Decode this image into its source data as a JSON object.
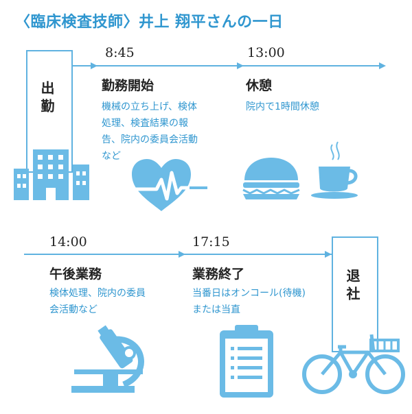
{
  "title": "〈臨床検査技師〉井上 翔平さんの一日",
  "start_label": "出勤",
  "end_label": "退社",
  "events": [
    {
      "time": "8:45",
      "heading": "勤務開始",
      "lines": [
        "機械の立ち上げ、検体",
        "処理、検査結果の報",
        "告、院内の委員会活動",
        "など"
      ],
      "icon": "heart-ecg-icon"
    },
    {
      "time": "13:00",
      "heading": "休憩",
      "lines": [
        "院内で1時間休憩"
      ],
      "icon": "burger-coffee-icon"
    },
    {
      "time": "14:00",
      "heading": "午後業務",
      "lines": [
        "検体処理、院内の委員",
        "会活動など"
      ],
      "icon": "microscope-icon"
    },
    {
      "time": "17:15",
      "heading": "業務終了",
      "lines": [
        "当番日はオンコール(待機)",
        "または当直"
      ],
      "icon": "clipboard-icon"
    }
  ],
  "icons": {
    "start": "building-icon",
    "end": "bicycle-icon"
  },
  "colors": {
    "accent": "#2f96cf",
    "icon_fill": "#6bbbe6",
    "line": "#5fb2e0",
    "text": "#222222"
  }
}
